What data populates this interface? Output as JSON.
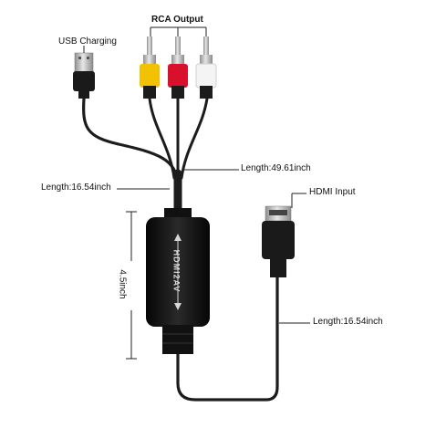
{
  "labels": {
    "rca_output": "RCA Output",
    "usb_charging": "USB Charging",
    "length_main": "Length:49.61inch",
    "length_left": "Length:16.54inch",
    "hdmi_input": "HDMI Input",
    "box_height": "4.5inch",
    "length_bottom": "Length:16.54inch"
  },
  "device_label": "HDMI2AV",
  "colors": {
    "cable": "#1c1c1c",
    "rca_yellow": "#f2c200",
    "rca_red": "#d9102c",
    "rca_white": "#f4f4f4",
    "metal": "#c9c9c9",
    "box": "#111111"
  }
}
